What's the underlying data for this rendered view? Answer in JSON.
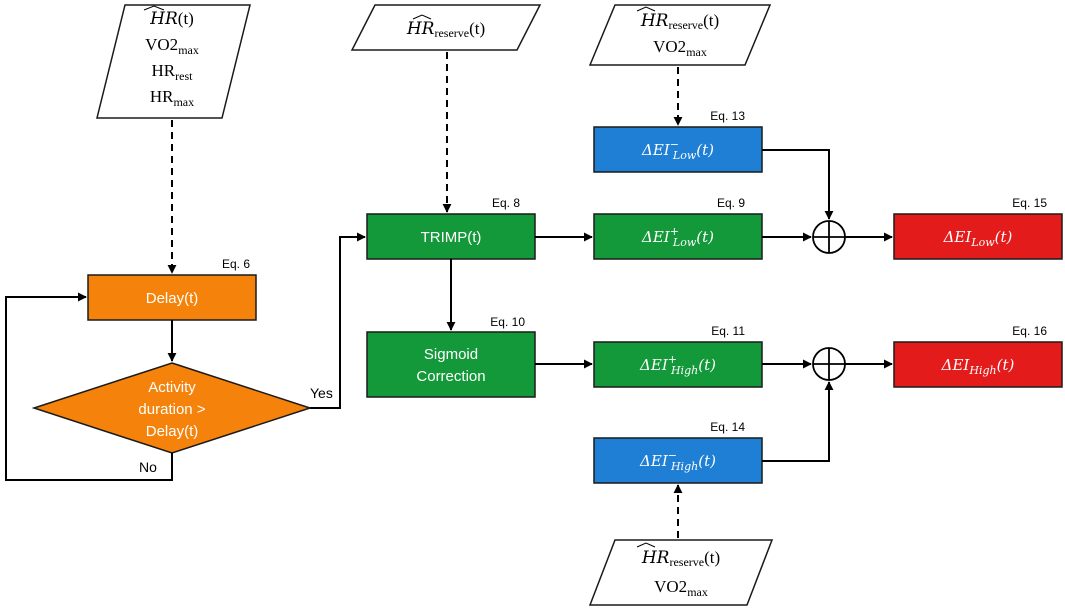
{
  "inputs": {
    "main": {
      "line1_base": "HR",
      "line1_tail": "(t)",
      "line2_base": "VO2",
      "line2_sub": "max",
      "line3_base": "HR",
      "line3_sub": "rest",
      "line4_base": "HR",
      "line4_sub": "max"
    },
    "trimp_in": {
      "base": "HR",
      "sub": "reserve",
      "tail": "(t)"
    },
    "low_in": {
      "base": "HR",
      "sub": "reserve",
      "tail": "(t)",
      "line2_base": "VO2",
      "line2_sub": "max"
    },
    "high_in": {
      "base": "HR",
      "sub": "reserve",
      "tail": "(t)",
      "line2_base": "VO2",
      "line2_sub": "max"
    }
  },
  "boxes": {
    "delay": {
      "label": "Delay(t)",
      "eq": "Eq. 6"
    },
    "decision": {
      "line1": "Activity",
      "line2": "duration >",
      "line3": "Delay(t)"
    },
    "trimp": {
      "label": "TRIMP(t)",
      "eq": "Eq. 8"
    },
    "sigmoid": {
      "line1": "Sigmoid",
      "line2": "Correction",
      "eq": "Eq. 10"
    },
    "low_minus": {
      "base": "ΔEI",
      "sup": "−",
      "sub": "Low",
      "tail": "(t)",
      "eq": "Eq. 13"
    },
    "low_plus": {
      "base": "ΔEI",
      "sup": "+",
      "sub": "Low",
      "tail": "(t)",
      "eq": "Eq. 9"
    },
    "high_plus": {
      "base": "ΔEI",
      "sup": "+",
      "sub": "High",
      "tail": "(t)",
      "eq": "Eq. 11"
    },
    "high_minus": {
      "base": "ΔEI",
      "sup": "−",
      "sub": "High",
      "tail": "(t)",
      "eq": "Eq. 14"
    },
    "low_out": {
      "base": "ΔEI",
      "sub": "Low",
      "tail": "(t)",
      "eq": "Eq. 15"
    },
    "high_out": {
      "base": "ΔEI",
      "sub": "High",
      "tail": "(t)",
      "eq": "Eq. 16"
    }
  },
  "labels": {
    "yes": "Yes",
    "no": "No"
  },
  "colors": {
    "orange": "#F5820A",
    "green": "#14993A",
    "blue": "#1F7FD4",
    "red": "#E31B1B",
    "stroke": "#1a1a1a"
  }
}
